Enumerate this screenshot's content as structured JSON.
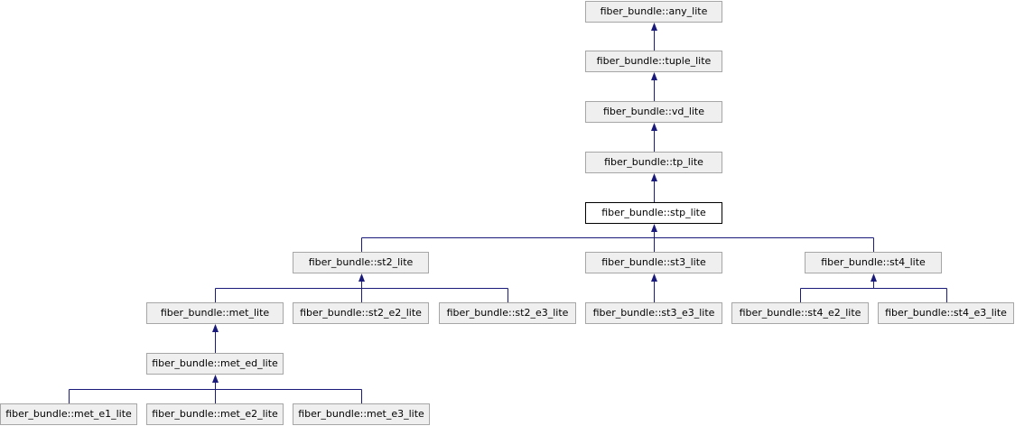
{
  "diagram": {
    "nodes": {
      "any_lite": "fiber_bundle::any_lite",
      "tuple_lite": "fiber_bundle::tuple_lite",
      "vd_lite": "fiber_bundle::vd_lite",
      "tp_lite": "fiber_bundle::tp_lite",
      "stp_lite": "fiber_bundle::stp_lite",
      "st2_lite": "fiber_bundle::st2_lite",
      "st3_lite": "fiber_bundle::st3_lite",
      "st4_lite": "fiber_bundle::st4_lite",
      "met_lite": "fiber_bundle::met_lite",
      "st2_e2_lite": "fiber_bundle::st2_e2_lite",
      "st2_e3_lite": "fiber_bundle::st2_e3_lite",
      "st3_e3_lite": "fiber_bundle::st3_e3_lite",
      "st4_e2_lite": "fiber_bundle::st4_e2_lite",
      "st4_e3_lite": "fiber_bundle::st4_e3_lite",
      "met_ed_lite": "fiber_bundle::met_ed_lite",
      "met_e1_lite": "fiber_bundle::met_e1_lite",
      "met_e2_lite": "fiber_bundle::met_e2_lite",
      "met_e3_lite": "fiber_bundle::met_e3_lite"
    },
    "current_class": "stp_lite",
    "inheritance": [
      {
        "child": "tuple_lite",
        "parent": "any_lite"
      },
      {
        "child": "vd_lite",
        "parent": "tuple_lite"
      },
      {
        "child": "tp_lite",
        "parent": "vd_lite"
      },
      {
        "child": "stp_lite",
        "parent": "tp_lite"
      },
      {
        "child": "st2_lite",
        "parent": "stp_lite"
      },
      {
        "child": "st3_lite",
        "parent": "stp_lite"
      },
      {
        "child": "st4_lite",
        "parent": "stp_lite"
      },
      {
        "child": "met_lite",
        "parent": "st2_lite"
      },
      {
        "child": "st2_e2_lite",
        "parent": "st2_lite"
      },
      {
        "child": "st2_e3_lite",
        "parent": "st2_lite"
      },
      {
        "child": "st3_e3_lite",
        "parent": "st3_lite"
      },
      {
        "child": "st4_e2_lite",
        "parent": "st4_lite"
      },
      {
        "child": "st4_e3_lite",
        "parent": "st4_lite"
      },
      {
        "child": "met_ed_lite",
        "parent": "met_lite"
      },
      {
        "child": "met_e1_lite",
        "parent": "met_ed_lite"
      },
      {
        "child": "met_e2_lite",
        "parent": "met_ed_lite"
      },
      {
        "child": "met_e3_lite",
        "parent": "met_ed_lite"
      }
    ],
    "colors": {
      "edge": "#1a1a7a",
      "node_fill": "#efefef",
      "node_border": "#a6a6a6",
      "current_fill": "#ffffff",
      "current_border": "#000000"
    }
  }
}
